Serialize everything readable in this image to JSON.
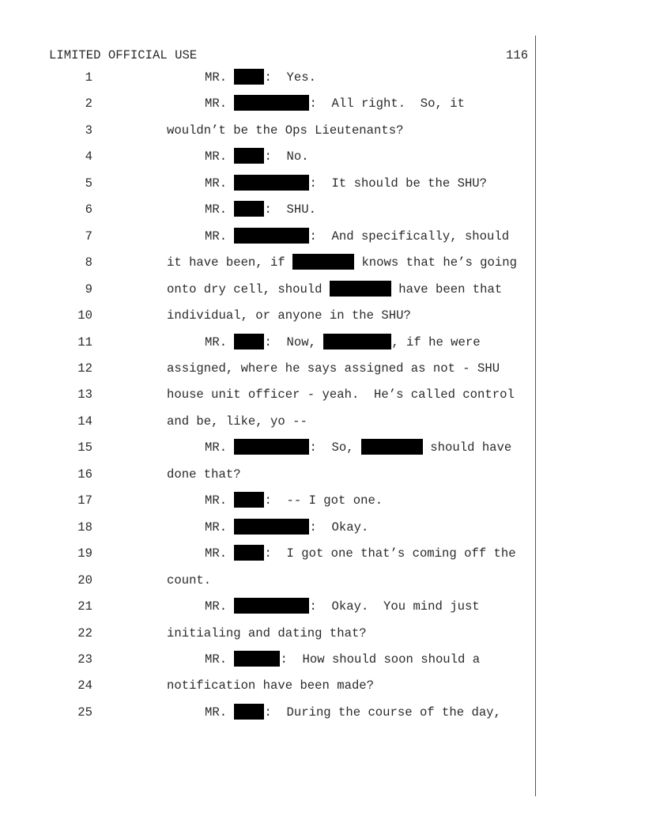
{
  "header": {
    "left": "LIMITED OFFICIAL USE",
    "page": "116"
  },
  "lines": [
    {
      "n": "1",
      "indent": true,
      "segs": [
        {
          "t": "MR. "
        },
        {
          "r": "s"
        },
        {
          "t": ":  Yes."
        }
      ]
    },
    {
      "n": "2",
      "indent": true,
      "segs": [
        {
          "t": "MR. "
        },
        {
          "r": "l"
        },
        {
          "t": ":  All right.  So, it"
        }
      ]
    },
    {
      "n": "3",
      "indent": false,
      "segs": [
        {
          "t": "wouldn’t be the Ops Lieutenants?"
        }
      ]
    },
    {
      "n": "4",
      "indent": true,
      "segs": [
        {
          "t": "MR. "
        },
        {
          "r": "s"
        },
        {
          "t": ":  No."
        }
      ]
    },
    {
      "n": "5",
      "indent": true,
      "segs": [
        {
          "t": "MR. "
        },
        {
          "r": "l"
        },
        {
          "t": ":  It should be the SHU?"
        }
      ]
    },
    {
      "n": "6",
      "indent": true,
      "segs": [
        {
          "t": "MR. "
        },
        {
          "r": "s"
        },
        {
          "t": ":  SHU."
        }
      ]
    },
    {
      "n": "7",
      "indent": true,
      "segs": [
        {
          "t": "MR. "
        },
        {
          "r": "l"
        },
        {
          "t": ":  And specifically, should"
        }
      ]
    },
    {
      "n": "8",
      "indent": false,
      "segs": [
        {
          "t": "it have been, if "
        },
        {
          "r": "ml"
        },
        {
          "t": " knows that he’s going"
        }
      ]
    },
    {
      "n": "9",
      "indent": false,
      "segs": [
        {
          "t": "onto dry cell, should "
        },
        {
          "r": "ml"
        },
        {
          "t": " have been that"
        }
      ]
    },
    {
      "n": "10",
      "indent": false,
      "segs": [
        {
          "t": "individual, or anyone in the SHU?"
        }
      ]
    },
    {
      "n": "11",
      "indent": true,
      "segs": [
        {
          "t": "MR. "
        },
        {
          "r": "s"
        },
        {
          "t": ":  Now, "
        },
        {
          "r": "mx"
        },
        {
          "t": ", if he were"
        }
      ]
    },
    {
      "n": "12",
      "indent": false,
      "segs": [
        {
          "t": "assigned, where he says assigned as not - SHU"
        }
      ]
    },
    {
      "n": "13",
      "indent": false,
      "segs": [
        {
          "t": "house unit officer - yeah.  He’s called control"
        }
      ]
    },
    {
      "n": "14",
      "indent": false,
      "segs": [
        {
          "t": "and be, like, yo --"
        }
      ]
    },
    {
      "n": "15",
      "indent": true,
      "segs": [
        {
          "t": "MR. "
        },
        {
          "r": "l"
        },
        {
          "t": ":  So, "
        },
        {
          "r": "ml"
        },
        {
          "t": " should have"
        }
      ]
    },
    {
      "n": "16",
      "indent": false,
      "segs": [
        {
          "t": "done that?"
        }
      ]
    },
    {
      "n": "17",
      "indent": true,
      "segs": [
        {
          "t": "MR. "
        },
        {
          "r": "s"
        },
        {
          "t": ":  -- I got one."
        }
      ]
    },
    {
      "n": "18",
      "indent": true,
      "segs": [
        {
          "t": "MR. "
        },
        {
          "r": "l"
        },
        {
          "t": ":  Okay."
        }
      ]
    },
    {
      "n": "19",
      "indent": true,
      "segs": [
        {
          "t": "MR. "
        },
        {
          "r": "s"
        },
        {
          "t": ":  I got one that’s coming off the"
        }
      ]
    },
    {
      "n": "20",
      "indent": false,
      "segs": [
        {
          "t": "count."
        }
      ]
    },
    {
      "n": "21",
      "indent": true,
      "segs": [
        {
          "t": "MR. "
        },
        {
          "r": "l"
        },
        {
          "t": ":  Okay.  You mind just"
        }
      ]
    },
    {
      "n": "22",
      "indent": false,
      "segs": [
        {
          "t": "initialing and dating that?"
        }
      ]
    },
    {
      "n": "23",
      "indent": true,
      "segs": [
        {
          "t": "MR. "
        },
        {
          "r": "m"
        },
        {
          "t": ":  How should soon should a"
        }
      ]
    },
    {
      "n": "24",
      "indent": false,
      "segs": [
        {
          "t": "notification have been made?"
        }
      ]
    },
    {
      "n": "25",
      "indent": true,
      "segs": [
        {
          "t": "MR. "
        },
        {
          "r": "s"
        },
        {
          "t": ":  During the course of the day,"
        }
      ]
    }
  ]
}
